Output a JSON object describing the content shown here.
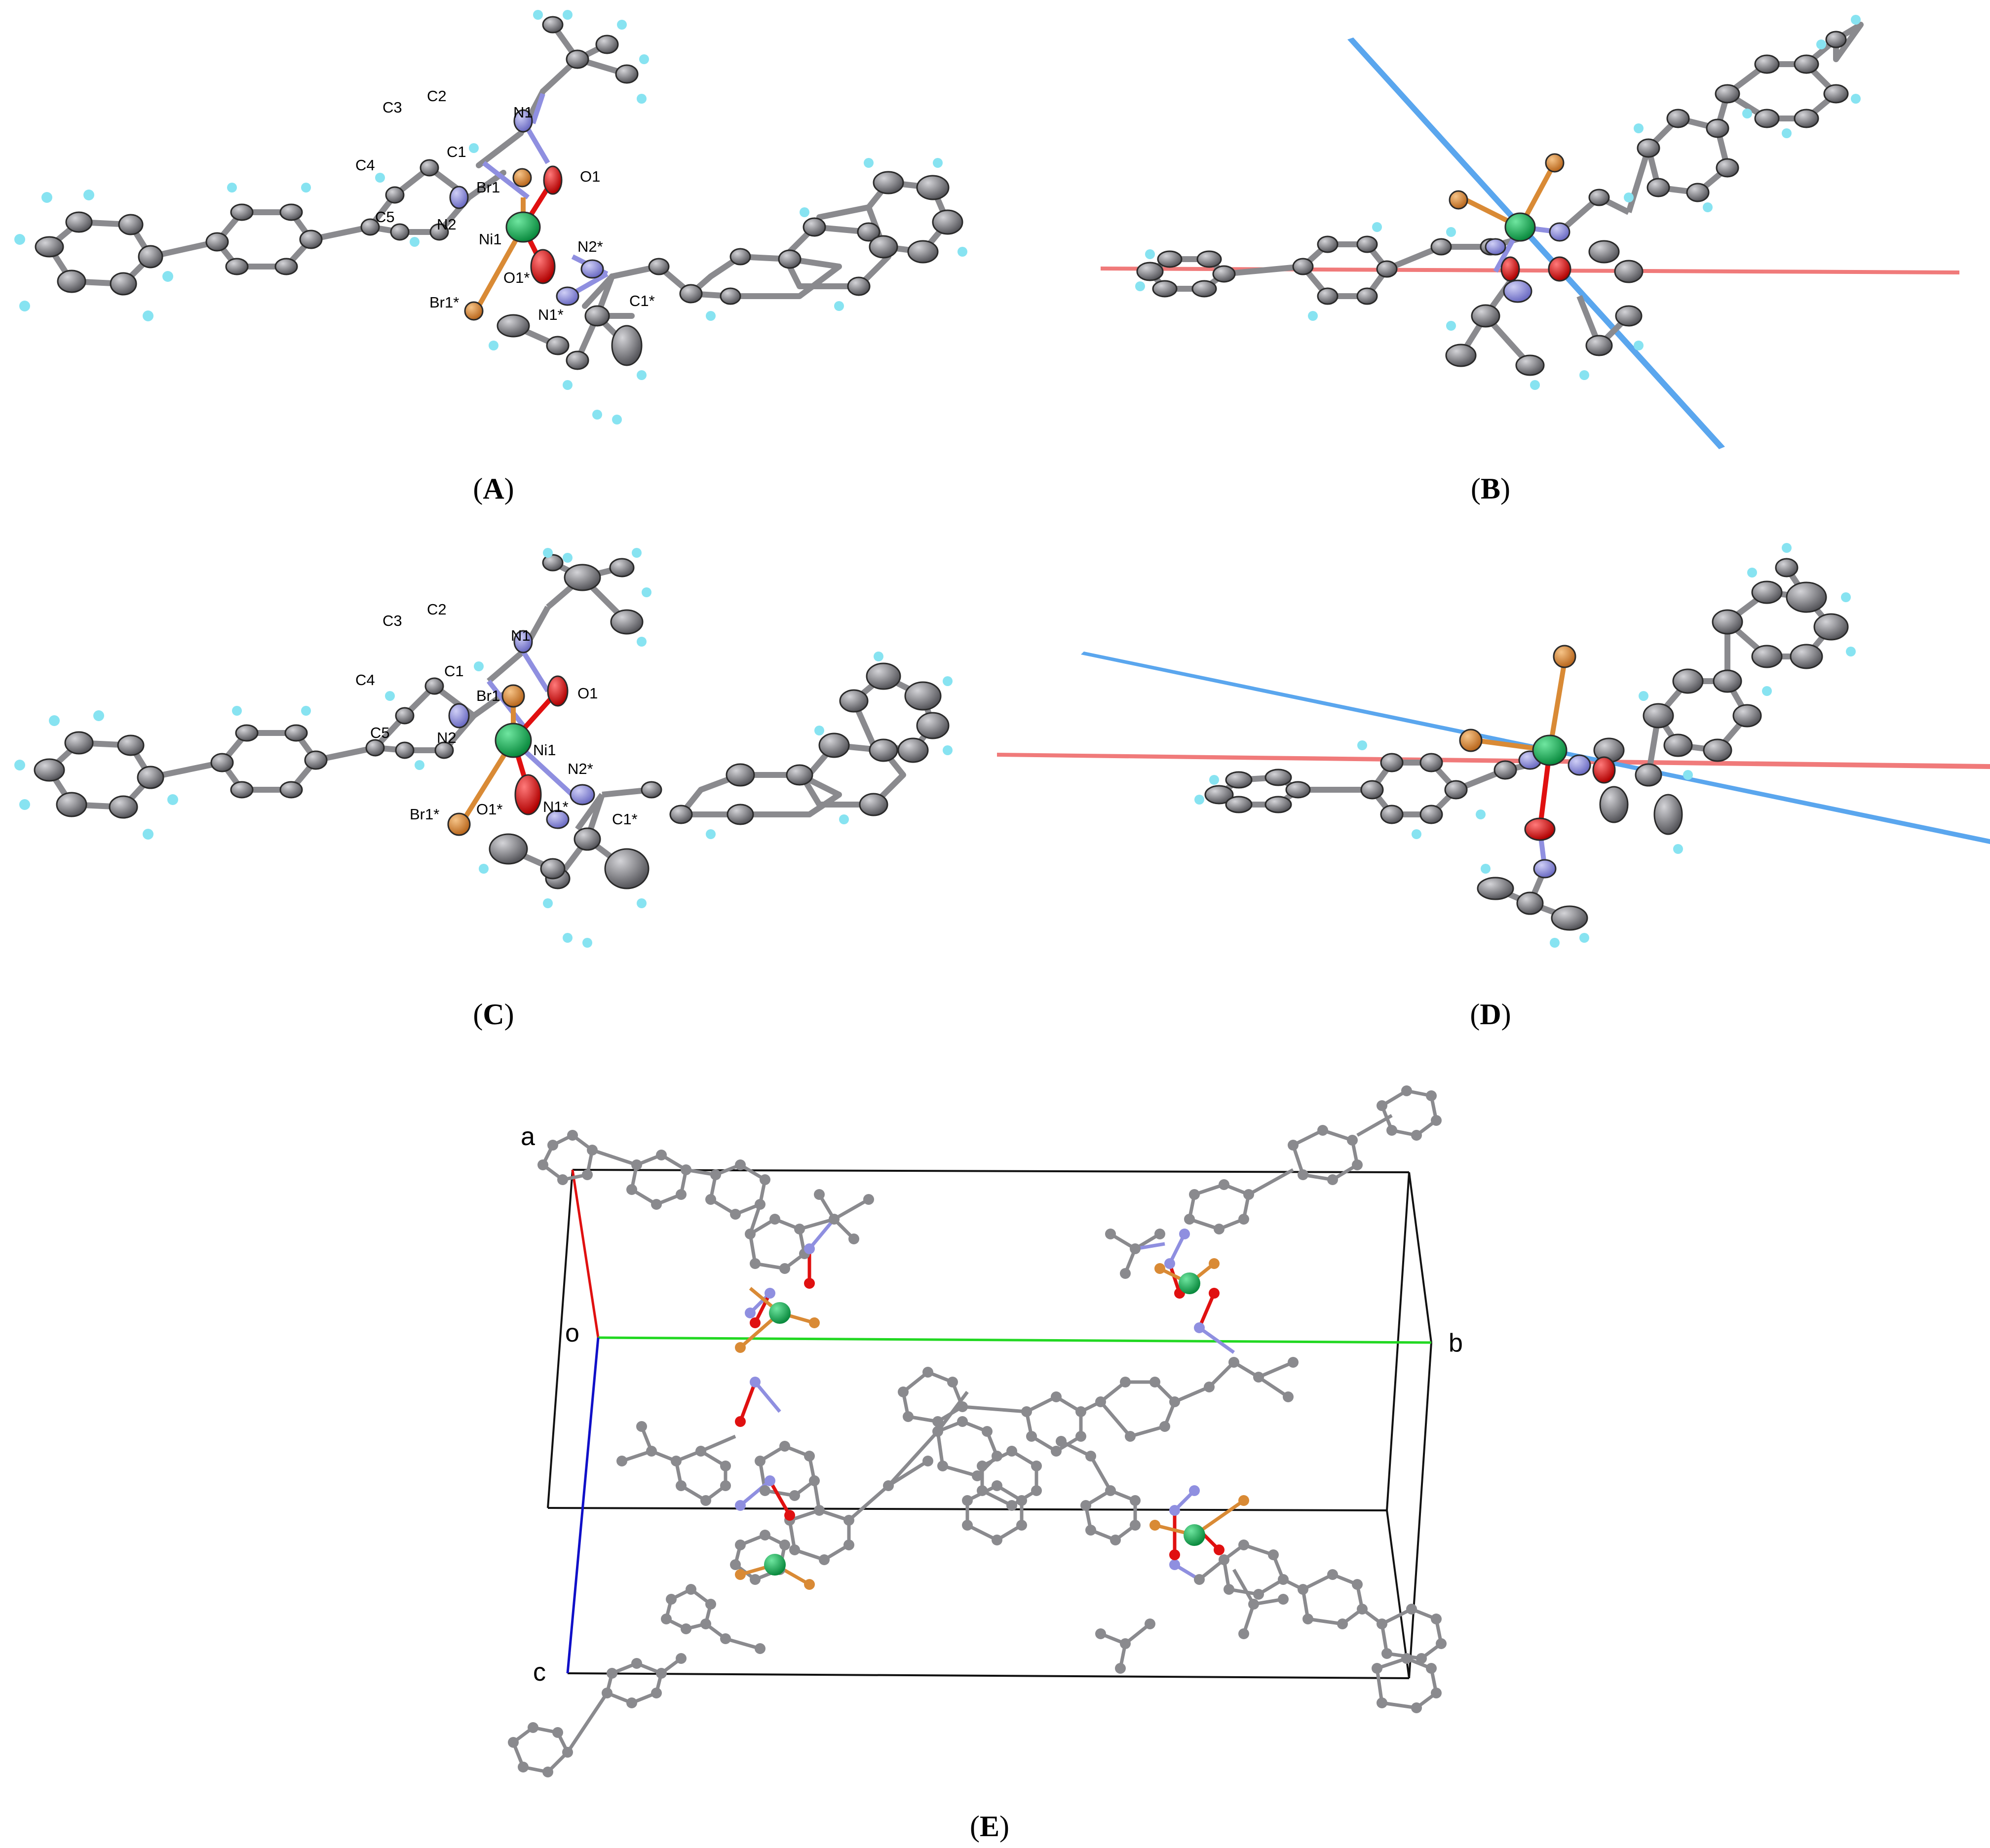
{
  "panels": {
    "A": {
      "caption_open": "(",
      "caption_letter": "A",
      "caption_close": ")",
      "labels": [
        "N1",
        "C2",
        "C3",
        "C1",
        "O1",
        "C4",
        "Br1",
        "N2",
        "C5",
        "Ni1",
        "N2*",
        "O1*",
        "Br1*",
        "N1*",
        "C1*"
      ]
    },
    "B": {
      "caption_open": "(",
      "caption_letter": "B",
      "caption_close": ")"
    },
    "C": {
      "caption_open": "(",
      "caption_letter": "C",
      "caption_close": ")",
      "labels": [
        "C3",
        "C2",
        "N1",
        "C4",
        "C1",
        "Br1",
        "O1",
        "C5",
        "N2",
        "Ni1",
        "N2*",
        "Br1*",
        "O1*",
        "N1*",
        "C1*"
      ]
    },
    "D": {
      "caption_open": "(",
      "caption_letter": "D",
      "caption_close": ")"
    },
    "E": {
      "caption_open": "(",
      "caption_letter": "E",
      "caption_close": ")",
      "axis_labels": {
        "a": "a",
        "o": "o",
        "b": "b",
        "c": "c"
      }
    }
  },
  "colors": {
    "carbon": "#8a8a8e",
    "hydrogen": "#87e3f1",
    "nitrogen": "#8f8fe0",
    "oxygen": "#e01010",
    "bromine": "#d98a35",
    "nickel": "#14b85a",
    "plane_red": "#f07a7a",
    "plane_blue": "#5aa6ee",
    "axis_a": "#e01010",
    "axis_b": "#22d822",
    "axis_c": "#1010c8"
  }
}
